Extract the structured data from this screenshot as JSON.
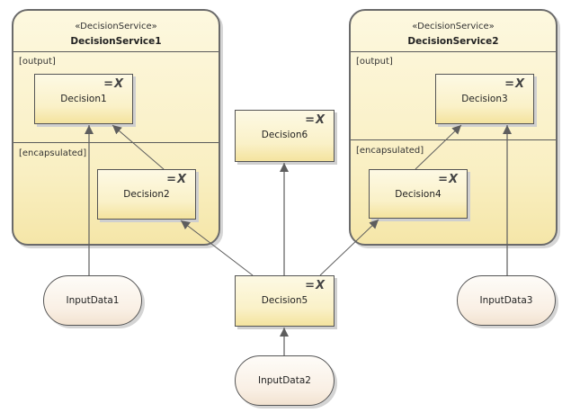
{
  "diagram": {
    "decision_services": [
      {
        "id": "ds1",
        "stereotype": "«DecisionService»",
        "name": "DecisionService1",
        "output_label": "[output]",
        "encapsulated_label": "[encapsulated]"
      },
      {
        "id": "ds2",
        "stereotype": "«DecisionService»",
        "name": "DecisionService2",
        "output_label": "[output]",
        "encapsulated_label": "[encapsulated]"
      }
    ],
    "decisions": [
      {
        "id": "d1",
        "label": "Decision1",
        "expression_icon": "=X"
      },
      {
        "id": "d2",
        "label": "Decision2",
        "expression_icon": "=X"
      },
      {
        "id": "d3",
        "label": "Decision3",
        "expression_icon": "=X"
      },
      {
        "id": "d4",
        "label": "Decision4",
        "expression_icon": "=X"
      },
      {
        "id": "d5",
        "label": "Decision5",
        "expression_icon": "=X"
      },
      {
        "id": "d6",
        "label": "Decision6",
        "expression_icon": "=X"
      }
    ],
    "input_data": [
      {
        "id": "i1",
        "label": "InputData1"
      },
      {
        "id": "i2",
        "label": "InputData2"
      },
      {
        "id": "i3",
        "label": "InputData3"
      }
    ],
    "connections": [
      {
        "from": "InputData1",
        "to": "Decision1"
      },
      {
        "from": "Decision2",
        "to": "Decision1"
      },
      {
        "from": "Decision5",
        "to": "Decision2"
      },
      {
        "from": "Decision5",
        "to": "Decision6"
      },
      {
        "from": "Decision5",
        "to": "Decision4"
      },
      {
        "from": "Decision4",
        "to": "Decision3"
      },
      {
        "from": "InputData3",
        "to": "Decision3"
      },
      {
        "from": "InputData2",
        "to": "Decision5"
      }
    ]
  }
}
